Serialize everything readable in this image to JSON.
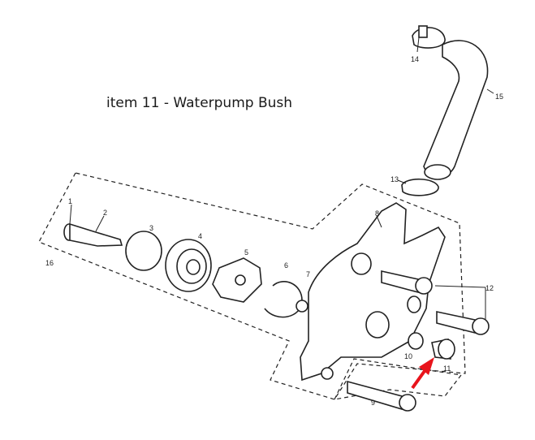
{
  "title": "item 11 - Waterpump Bush",
  "labels": {
    "l1": "1",
    "l2": "2",
    "l3": "3",
    "l4": "4",
    "l5": "5",
    "l6": "6",
    "l7": "7",
    "l8": "8",
    "l9": "9",
    "l10": "10",
    "l11": "11",
    "l12": "12",
    "l13": "13",
    "l14": "14",
    "l15": "15",
    "l16": "16"
  },
  "colors": {
    "arrow": "#e8141c",
    "ink": "#222222"
  }
}
